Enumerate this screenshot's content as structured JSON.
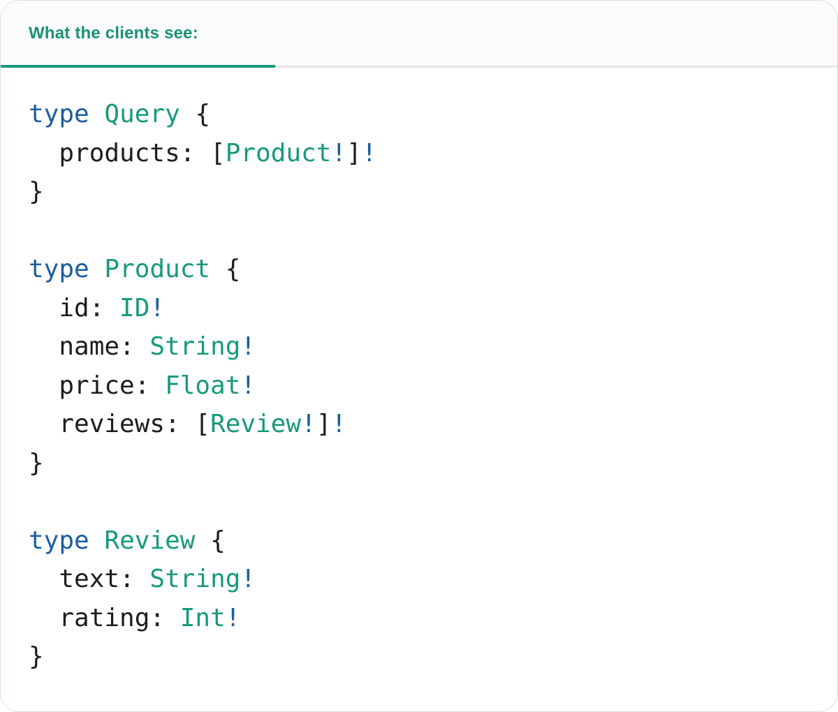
{
  "header": {
    "tab_label": "What the clients see:"
  },
  "colors": {
    "teal": "#179a7b",
    "header_teal": "#1a9174",
    "blue": "#1b5e9e",
    "code_text": "#1b1d21",
    "header_bg": "#fbfbfb",
    "divider": "#e6e6e6",
    "panel_border": "#cfe3d4",
    "underline": "#18997a"
  },
  "code": {
    "lines": [
      [
        {
          "t": "type",
          "s": "kw"
        },
        {
          "t": " ",
          "s": "pl"
        },
        {
          "t": "Query",
          "s": "ty"
        },
        {
          "t": " {",
          "s": "pl"
        }
      ],
      [
        {
          "t": "  products: [",
          "s": "pl"
        },
        {
          "t": "Product",
          "s": "ty"
        },
        {
          "t": "!",
          "s": "bg"
        },
        {
          "t": "]",
          "s": "pl"
        },
        {
          "t": "!",
          "s": "bg"
        }
      ],
      [
        {
          "t": "}",
          "s": "pl"
        }
      ],
      [],
      [
        {
          "t": "type",
          "s": "kw"
        },
        {
          "t": " ",
          "s": "pl"
        },
        {
          "t": "Product",
          "s": "ty"
        },
        {
          "t": " {",
          "s": "pl"
        }
      ],
      [
        {
          "t": "  id: ",
          "s": "pl"
        },
        {
          "t": "ID",
          "s": "ty"
        },
        {
          "t": "!",
          "s": "bg"
        }
      ],
      [
        {
          "t": "  name: ",
          "s": "pl"
        },
        {
          "t": "String",
          "s": "ty"
        },
        {
          "t": "!",
          "s": "bg"
        }
      ],
      [
        {
          "t": "  price: ",
          "s": "pl"
        },
        {
          "t": "Float",
          "s": "ty"
        },
        {
          "t": "!",
          "s": "bg"
        }
      ],
      [
        {
          "t": "  reviews: [",
          "s": "pl"
        },
        {
          "t": "Review",
          "s": "ty"
        },
        {
          "t": "!",
          "s": "bg"
        },
        {
          "t": "]",
          "s": "pl"
        },
        {
          "t": "!",
          "s": "bg"
        }
      ],
      [
        {
          "t": "}",
          "s": "pl"
        }
      ],
      [],
      [
        {
          "t": "type",
          "s": "kw"
        },
        {
          "t": " ",
          "s": "pl"
        },
        {
          "t": "Review",
          "s": "ty"
        },
        {
          "t": " {",
          "s": "pl"
        }
      ],
      [
        {
          "t": "  text: ",
          "s": "pl"
        },
        {
          "t": "String",
          "s": "ty"
        },
        {
          "t": "!",
          "s": "bg"
        }
      ],
      [
        {
          "t": "  rating: ",
          "s": "pl"
        },
        {
          "t": "Int",
          "s": "ty"
        },
        {
          "t": "!",
          "s": "bg"
        }
      ],
      [
        {
          "t": "}",
          "s": "pl"
        }
      ]
    ]
  }
}
